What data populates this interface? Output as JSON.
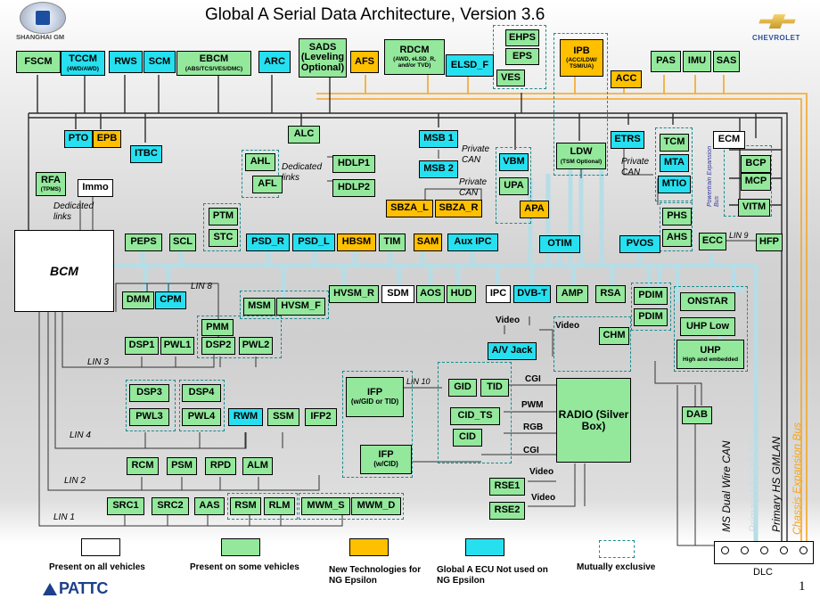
{
  "title": "Global A Serial Data Architecture, Version 3.6",
  "page_number": "1",
  "logos": {
    "shanghai_gm": "SHANGHAI GM",
    "chevrolet": "CHEVROLET",
    "pattc": "PATTC"
  },
  "ecus": {
    "FSCM": {
      "label": "FSCM"
    },
    "TCCM": {
      "label": "TCCM",
      "sub": "(4WD/AWD)"
    },
    "RWS": {
      "label": "RWS"
    },
    "SCM": {
      "label": "SCM"
    },
    "EBCM": {
      "label": "EBCM",
      "sub": "(ABS/TCS/VES/DMC)"
    },
    "ARC": {
      "label": "ARC"
    },
    "SADS": {
      "label": "SADS (Leveling Optional)"
    },
    "AFS": {
      "label": "AFS"
    },
    "RDCM": {
      "label": "RDCM",
      "sub": "(AWD, eLSD_R, and/or TVD)"
    },
    "ELSD_F": {
      "label": "ELSD_F"
    },
    "EHPS": {
      "label": "EHPS"
    },
    "EPS": {
      "label": "EPS"
    },
    "VES": {
      "label": "VES"
    },
    "IPB": {
      "label": "IPB",
      "sub": "(ACC/LDW/ TSM/UA)"
    },
    "ACC": {
      "label": "ACC"
    },
    "PAS": {
      "label": "PAS"
    },
    "IMU": {
      "label": "IMU"
    },
    "SAS": {
      "label": "SAS"
    },
    "PTO": {
      "label": "PTO"
    },
    "EPB": {
      "label": "EPB"
    },
    "ALC": {
      "label": "ALC"
    },
    "MSB1": {
      "label": "MSB 1"
    },
    "MSB2": {
      "label": "MSB 2"
    },
    "ITBC": {
      "label": "ITBC"
    },
    "AHL": {
      "label": "AHL"
    },
    "AFL": {
      "label": "AFL"
    },
    "HDLP1": {
      "label": "HDLP1"
    },
    "HDLP2": {
      "label": "HDLP2"
    },
    "VBM": {
      "label": "VBM"
    },
    "UPA": {
      "label": "UPA"
    },
    "LDW": {
      "label": "LDW",
      "sub": "(TSM Optional)"
    },
    "ETRS": {
      "label": "ETRS"
    },
    "TCM": {
      "label": "TCM"
    },
    "MTA": {
      "label": "MTA"
    },
    "MTIO": {
      "label": "MTIO"
    },
    "ECM": {
      "label": "ECM"
    },
    "BCP": {
      "label": "BCP"
    },
    "MCP": {
      "label": "MCP"
    },
    "VITM": {
      "label": "VITM"
    },
    "RFA": {
      "label": "RFA",
      "sub": "(TPMS)"
    },
    "Immo": {
      "label": "Immo"
    },
    "SBZA_L": {
      "label": "SBZA_L"
    },
    "SBZA_R": {
      "label": "SBZA_R"
    },
    "APA": {
      "label": "APA"
    },
    "PTM": {
      "label": "PTM"
    },
    "STC": {
      "label": "STC"
    },
    "PHS": {
      "label": "PHS"
    },
    "AHS": {
      "label": "AHS"
    },
    "BCM": {
      "label": "BCM"
    },
    "PEPS": {
      "label": "PEPS"
    },
    "SCL": {
      "label": "SCL"
    },
    "PSD_R": {
      "label": "PSD_R"
    },
    "PSD_L": {
      "label": "PSD_L"
    },
    "HBSM": {
      "label": "HBSM"
    },
    "TIM": {
      "label": "TIM"
    },
    "SAM": {
      "label": "SAM"
    },
    "AUX_IPC": {
      "label": "Aux IPC"
    },
    "OTIM": {
      "label": "OTIM"
    },
    "PVOS": {
      "label": "PVOS"
    },
    "ECC": {
      "label": "ECC"
    },
    "HFP": {
      "label": "HFP"
    },
    "DMM": {
      "label": "DMM"
    },
    "CPM": {
      "label": "CPM"
    },
    "MSM": {
      "label": "MSM"
    },
    "HVSM_F": {
      "label": "HVSM_F"
    },
    "HVSM_R": {
      "label": "HVSM_R"
    },
    "SDM": {
      "label": "SDM"
    },
    "AOS": {
      "label": "AOS"
    },
    "HUD": {
      "label": "HUD"
    },
    "IPC": {
      "label": "IPC"
    },
    "DVB_T": {
      "label": "DVB-T"
    },
    "AMP": {
      "label": "AMP"
    },
    "RSA": {
      "label": "RSA"
    },
    "PDIM1": {
      "label": "PDIM"
    },
    "PDIM2": {
      "label": "PDIM"
    },
    "ONSTAR": {
      "label": "ONSTAR"
    },
    "UHP_LOW": {
      "label": "UHP Low"
    },
    "UHP": {
      "label": "UHP",
      "sub": "High and embedded"
    },
    "PMM": {
      "label": "PMM"
    },
    "DSP1": {
      "label": "DSP1"
    },
    "PWL1": {
      "label": "PWL1"
    },
    "DSP2": {
      "label": "DSP2"
    },
    "PWL2": {
      "label": "PWL2"
    },
    "AV_JACK": {
      "label": "A/V Jack"
    },
    "CHM": {
      "label": "CHM"
    },
    "DSP3": {
      "label": "DSP3"
    },
    "DSP4": {
      "label": "DSP4"
    },
    "PWL3": {
      "label": "PWL3"
    },
    "PWL4": {
      "label": "PWL4"
    },
    "RWM": {
      "label": "RWM"
    },
    "SSM": {
      "label": "SSM"
    },
    "IFP2": {
      "label": "IFP2"
    },
    "IFP_GID": {
      "label": "IFP",
      "sub": "(w/GID or TID)"
    },
    "IFP_CID": {
      "label": "IFP",
      "sub": "(w/CID)"
    },
    "GID": {
      "label": "GID"
    },
    "TID": {
      "label": "TID"
    },
    "CID_TS": {
      "label": "CID_TS"
    },
    "CID": {
      "label": "CID"
    },
    "RADIO": {
      "label": "RADIO (Silver Box)"
    },
    "DAB": {
      "label": "DAB"
    },
    "RCM": {
      "label": "RCM"
    },
    "PSM": {
      "label": "PSM"
    },
    "RPD": {
      "label": "RPD"
    },
    "ALM": {
      "label": "ALM"
    },
    "RSE1": {
      "label": "RSE1"
    },
    "RSE2": {
      "label": "RSE2"
    },
    "SRC1": {
      "label": "SRC1"
    },
    "SRC2": {
      "label": "SRC2"
    },
    "AAS": {
      "label": "AAS"
    },
    "RSM": {
      "label": "RSM"
    },
    "RLM": {
      "label": "RLM"
    },
    "MWM_S": {
      "label": "MWM_S"
    },
    "MWM_D": {
      "label": "MWM_D"
    }
  },
  "link_labels": {
    "dedicated_links": "Dedicated links",
    "dedicated_links_rfa": "Dedicated links",
    "private_can": "Private CAN",
    "lin8": "LIN 8",
    "lin3": "LIN 3",
    "lin4": "LIN 4",
    "lin2": "LIN 2",
    "lin1": "LIN 1",
    "lin9": "LIN 9",
    "lin10": "LIN 10",
    "video": "Video",
    "cgi": "CGI",
    "pwm": "PWM",
    "rgb": "RGB",
    "powertrain_bus": "Powertrain Expansion Bus"
  },
  "bus_labels": {
    "ms_dual_wire_can": "MS Dual Wire CAN",
    "primary_ls_gmlan": "Primary LS GMLAN",
    "primary_hs_gmlan": "Primary HS GMLAN",
    "chassis_expansion_bus": "Chassis Expansion Bus"
  },
  "dlc": "DLC",
  "legend": {
    "all_vehicles": "Present on all vehicles",
    "some_vehicles": "Present on some vehicles",
    "new_tech": "New Technologies for NG Epsilon",
    "global_a": "Global A ECU Not used on NG Epsilon",
    "mutually_exclusive": "Mutually exclusive"
  },
  "colors": {
    "some_vehicles": "#93e89c",
    "new_tech": "#ffc000",
    "global_a": "#26e0f0",
    "hs_bus": "#2b2b2b",
    "ls_bus": "#b7dde6",
    "chassis_bus": "#f5a623",
    "group_border": "#1a8c8c"
  }
}
